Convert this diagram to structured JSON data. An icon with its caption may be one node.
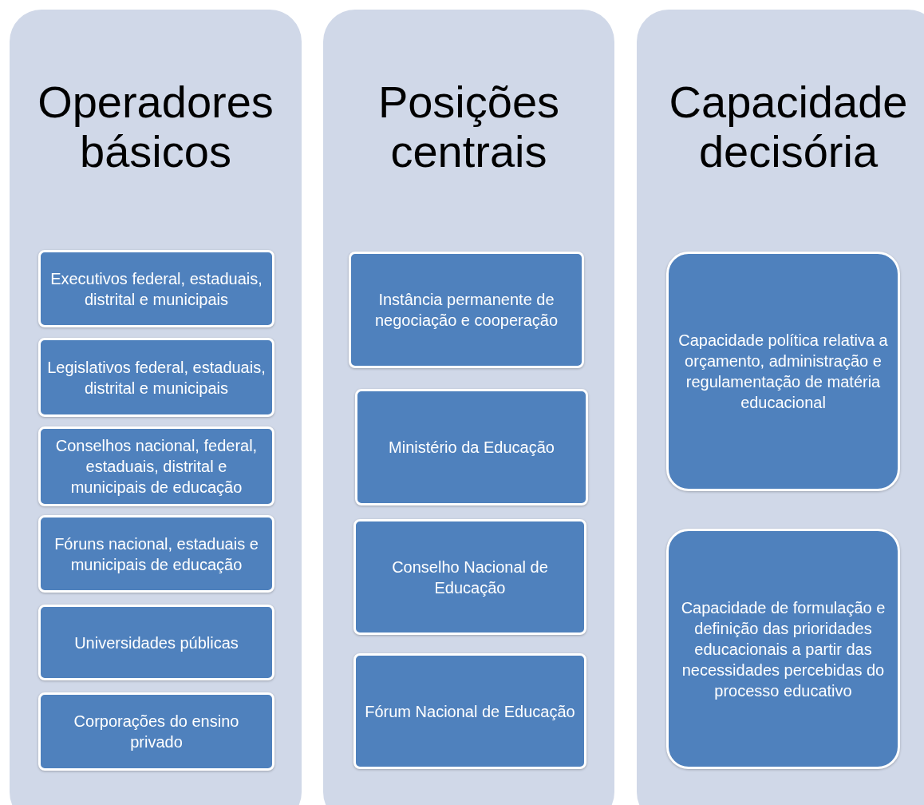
{
  "diagram": {
    "nodes": [
      {
        "text": [
          "Operadores básicos"
        ]
      },
      {
        "text": [
          "Executivos federal, estaduais, distrital e municipais"
        ],
        "in": 0
      },
      {
        "text": [
          "Legislativos federal, estaduais, distrital e municipais"
        ],
        "in": 0
      },
      {
        "text": [
          "Conselhos nacional, federal, estaduais, distrital e municipais de educação"
        ],
        "in": 0
      },
      {
        "text": [
          "Fóruns nacional, estaduais e municipais de educação"
        ],
        "in": 0
      },
      {
        "text": [
          "Universidades públicas"
        ],
        "in": 0
      },
      {
        "text": [
          "Corporações do ensino privado"
        ],
        "in": 0
      },
      {
        "text": [
          "Posições centrais"
        ]
      },
      {
        "text": [
          "Instância permanente de negociação e cooperação"
        ],
        "in": 7
      },
      {
        "text": [
          "Ministério da Educação"
        ],
        "in": 7
      },
      {
        "text": [
          "Conselho Nacional de Educação"
        ],
        "in": 7
      },
      {
        "text": [
          "Fórum Nacional de Educação"
        ],
        "in": 7
      },
      {
        "text": [
          "Capacidade decisória"
        ]
      },
      {
        "text": [
          "Capacidade política relativa a orçamento, administração e regulamentação de matéria educacional"
        ],
        "in": 12
      },
      {
        "text": [
          "Capacidade de formulação e definição das prioridades educacionais a partir das necessidades percebidas do processo educativo"
        ],
        "in": 12
      }
    ],
    "edges": []
  }
}
